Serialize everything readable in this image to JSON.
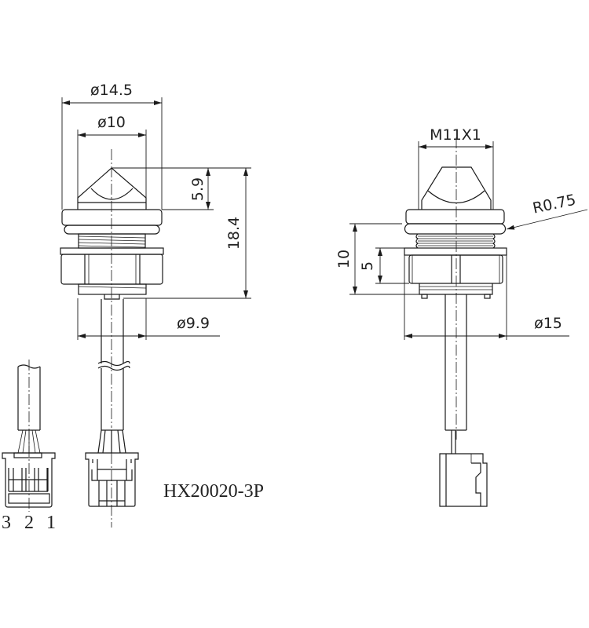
{
  "dimensions": {
    "left_view": {
      "outer_diameter": "ø14.5",
      "tip_diameter": "ø10",
      "tip_height": "5.9",
      "total_height": "18.4",
      "thread_diameter": "ø9.9"
    },
    "right_view": {
      "thread": "M11X1",
      "oring_radius": "R0.75",
      "height": "10",
      "nut_height": "5",
      "nut_diameter": "ø15"
    }
  },
  "connector": {
    "model": "HX20020-3P",
    "pins": [
      "3",
      "2",
      "1"
    ]
  }
}
